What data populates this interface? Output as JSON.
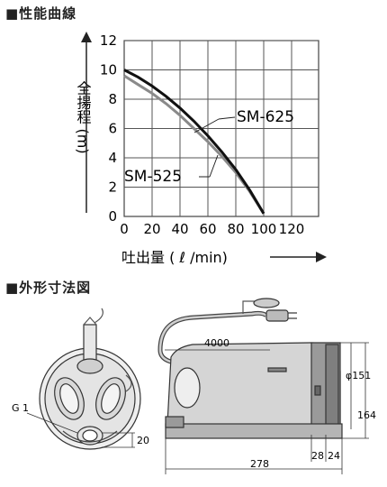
{
  "sections": {
    "performance_title": "■性能曲線",
    "dimensions_title": "■外形寸法図"
  },
  "chart_data": {
    "type": "line",
    "title": "",
    "xlabel": "吐出量 ( ℓ /min)",
    "ylabel": "全揚程 (m)",
    "xlim": [
      0,
      120
    ],
    "ylim": [
      0,
      12
    ],
    "x_ticks": [
      "0",
      "20",
      "40",
      "60",
      "80",
      "100",
      "120"
    ],
    "y_ticks": [
      "0",
      "2",
      "4",
      "6",
      "8",
      "10",
      "12"
    ],
    "grid": true,
    "series": [
      {
        "name": "SM-625",
        "color": "#111111",
        "x": [
          0,
          10,
          20,
          30,
          40,
          50,
          60,
          70,
          80,
          90,
          100
        ],
        "y": [
          10.0,
          9.5,
          8.9,
          8.2,
          7.4,
          6.5,
          5.5,
          4.4,
          3.2,
          1.8,
          0.2
        ]
      },
      {
        "name": "SM-525",
        "color": "#8a8a8a",
        "x": [
          0,
          10,
          20,
          30,
          40,
          50,
          60,
          70,
          80,
          90,
          100
        ],
        "y": [
          9.6,
          9.0,
          8.4,
          7.7,
          6.9,
          6.0,
          5.1,
          4.1,
          3.0,
          1.7,
          0.2
        ]
      }
    ]
  },
  "dimensions": {
    "cable_length": "4000",
    "diameter": "φ151",
    "height": "164",
    "length": "278",
    "dim_28": "28",
    "dim_24": "24",
    "outlet_height": "20",
    "thread": "G 1"
  }
}
